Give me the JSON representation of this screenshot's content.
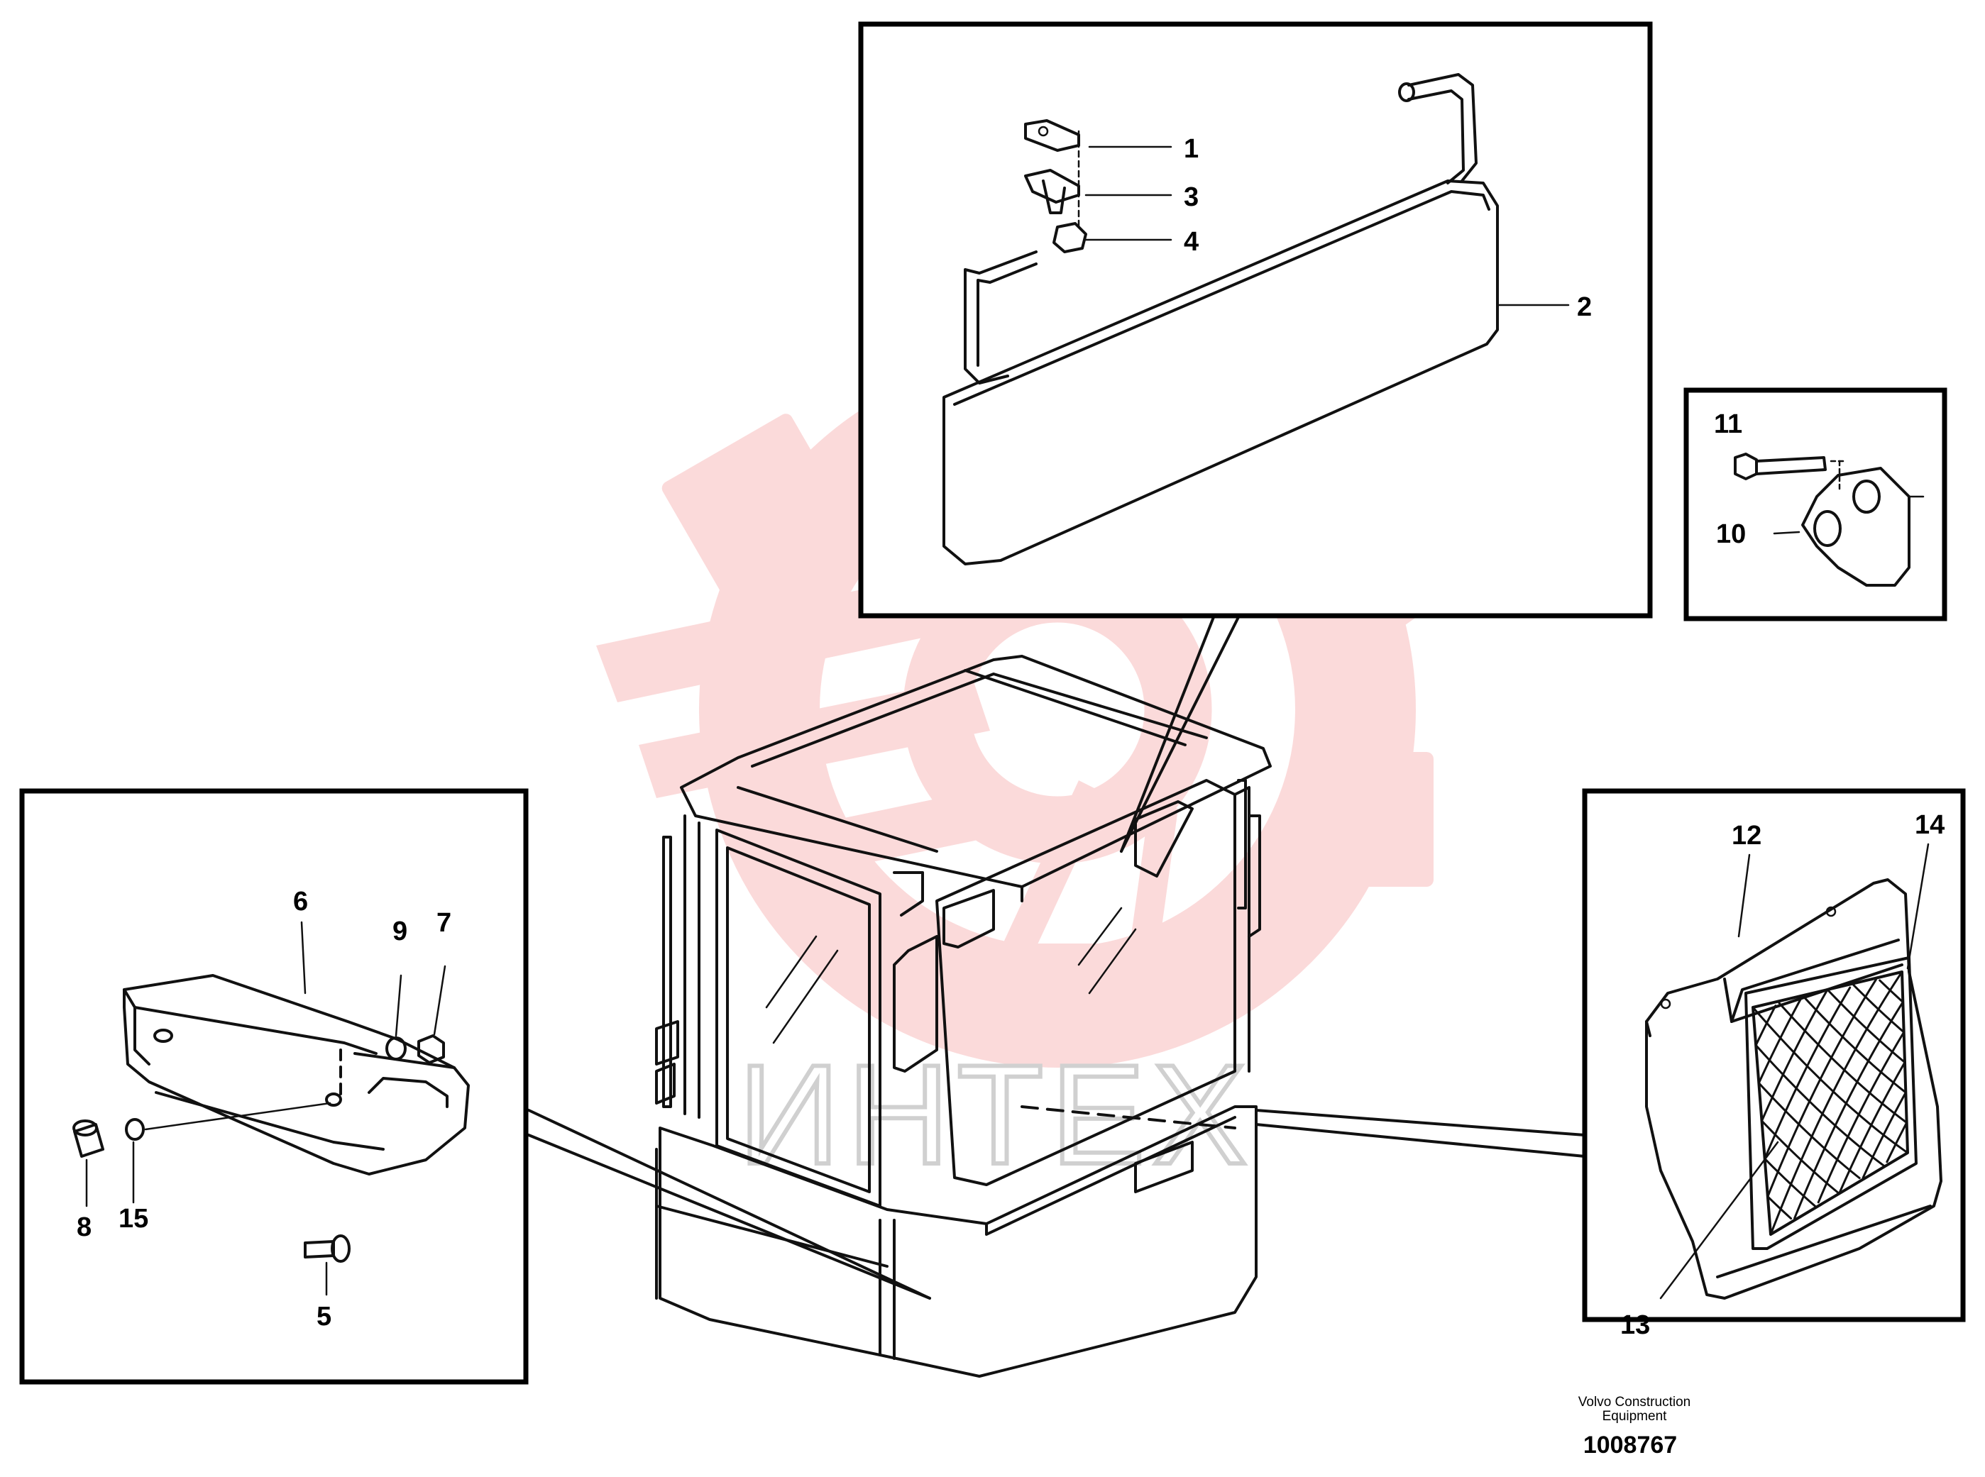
{
  "watermark": {
    "text": "ИНТЕХ",
    "color": "#f28b8b"
  },
  "callouts": {
    "c1": "1",
    "c2": "2",
    "c3": "3",
    "c4": "4",
    "c5": "5",
    "c6": "6",
    "c7": "7",
    "c8": "8",
    "c9": "9",
    "c10": "10",
    "c11": "11",
    "c12": "12",
    "c13": "13",
    "c14": "14",
    "c15": "15"
  },
  "footer": {
    "manufacturer_line1": "Volvo Construction",
    "manufacturer_line2": "Equipment",
    "drawing_number": "1008767"
  }
}
